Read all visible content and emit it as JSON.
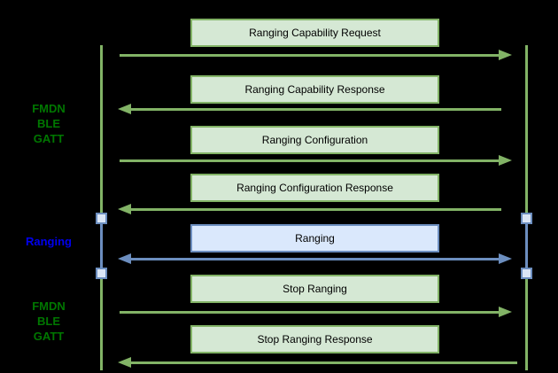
{
  "colors": {
    "background": "#000000",
    "green_fill": "#d5e8d4",
    "green_stroke": "#82b366",
    "blue_fill": "#dae8fc",
    "blue_stroke": "#6c8ebf",
    "square_fill": "#dbe6f6",
    "label_green": "#007700",
    "label_blue": "#0000ee",
    "box_text": "#000000"
  },
  "side_labels": {
    "gatt_top": {
      "lines": [
        "FMDN",
        "BLE",
        "GATT"
      ]
    },
    "ranging": {
      "text": "Ranging"
    },
    "gatt_bottom": {
      "lines": [
        "FMDN",
        "BLE",
        "GATT"
      ]
    }
  },
  "messages": [
    {
      "label": "Ranging Capability Request",
      "direction": "right",
      "style": "green"
    },
    {
      "label": "Ranging Capability Response",
      "direction": "left",
      "style": "green"
    },
    {
      "label": "Ranging Configuration",
      "direction": "right",
      "style": "green"
    },
    {
      "label": "Ranging Configuration Response",
      "direction": "left",
      "style": "green"
    },
    {
      "label": "Ranging",
      "direction": "both",
      "style": "blue"
    },
    {
      "label": "Stop Ranging",
      "direction": "right",
      "style": "green"
    },
    {
      "label": "Stop Ranging Response",
      "direction": "left",
      "style": "green"
    }
  ]
}
